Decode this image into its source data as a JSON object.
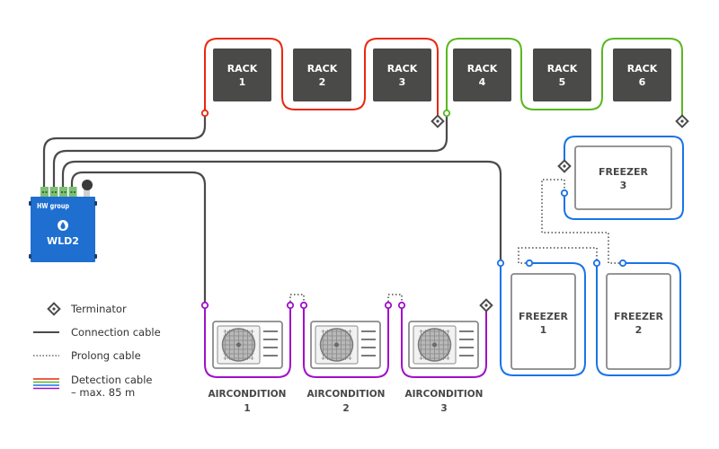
{
  "colors": {
    "connection": "#4a4a4a",
    "detection_red": "#e8280e",
    "detection_green": "#5ab71f",
    "detection_blue": "#1a73e8",
    "detection_purple": "#a010c8",
    "rack_fill": "#4a4a49",
    "device_blue": "#1e6fd0",
    "terminal_green": "#7dbf74"
  },
  "device": {
    "brand": "HW group",
    "model": "WLD2",
    "icon": "water-drop-icon"
  },
  "racks": [
    {
      "label": "RACK",
      "number": "1"
    },
    {
      "label": "RACK",
      "number": "2"
    },
    {
      "label": "RACK",
      "number": "3"
    },
    {
      "label": "RACK",
      "number": "4"
    },
    {
      "label": "RACK",
      "number": "5"
    },
    {
      "label": "RACK",
      "number": "6"
    }
  ],
  "freezers": [
    {
      "label": "FREEZER",
      "number": "1"
    },
    {
      "label": "FREEZER",
      "number": "2"
    },
    {
      "label": "FREEZER",
      "number": "3"
    }
  ],
  "airconditions": [
    {
      "label": "AIRCONDITION",
      "number": "1"
    },
    {
      "label": "AIRCONDITION",
      "number": "2"
    },
    {
      "label": "AIRCONDITION",
      "number": "3"
    }
  ],
  "legend": {
    "terminator": "Terminator",
    "connection": "Connection cable",
    "prolong": "Prolong cable",
    "detection_line1": "Detection cable",
    "detection_line2": "– max. 85 m"
  }
}
